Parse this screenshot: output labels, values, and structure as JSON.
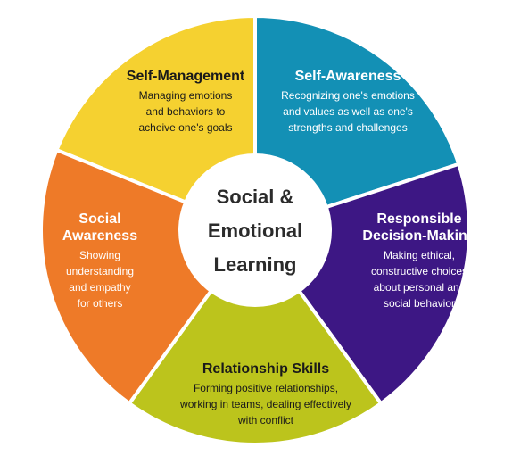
{
  "center": {
    "lines": [
      "Social &",
      "Emotional",
      "Learning"
    ]
  },
  "segments": [
    {
      "key": "self_management",
      "title": [
        "Self-Management"
      ],
      "description": [
        "Managing emotions",
        "and behaviors to",
        "acheive one's goals"
      ],
      "color": "#f5d130",
      "text_color": "#1a1a1a"
    },
    {
      "key": "self_awareness",
      "title": [
        "Self-Awareness"
      ],
      "description": [
        "Recognizing one's emotions",
        "and values as well as one's",
        "strengths and challenges"
      ],
      "color": "#1390b5",
      "text_color": "#ffffff"
    },
    {
      "key": "responsible_decision_making",
      "title": [
        "Responsible",
        "Decision-Making"
      ],
      "description": [
        "Making ethical,",
        "constructive choices",
        "about personal and",
        "social behavior"
      ],
      "color": "#3d1784",
      "text_color": "#ffffff"
    },
    {
      "key": "relationship_skills",
      "title": [
        "Relationship Skills"
      ],
      "description": [
        "Forming positive relationships,",
        "working in teams, dealing effectively",
        "with conflict"
      ],
      "color": "#bcc41c",
      "text_color": "#1a1a1a"
    },
    {
      "key": "social_awareness",
      "title": [
        "Social",
        "Awareness"
      ],
      "description": [
        "Showing",
        "understanding",
        "and empathy",
        "for others"
      ],
      "color": "#ee7a28",
      "text_color": "#ffffff"
    }
  ]
}
